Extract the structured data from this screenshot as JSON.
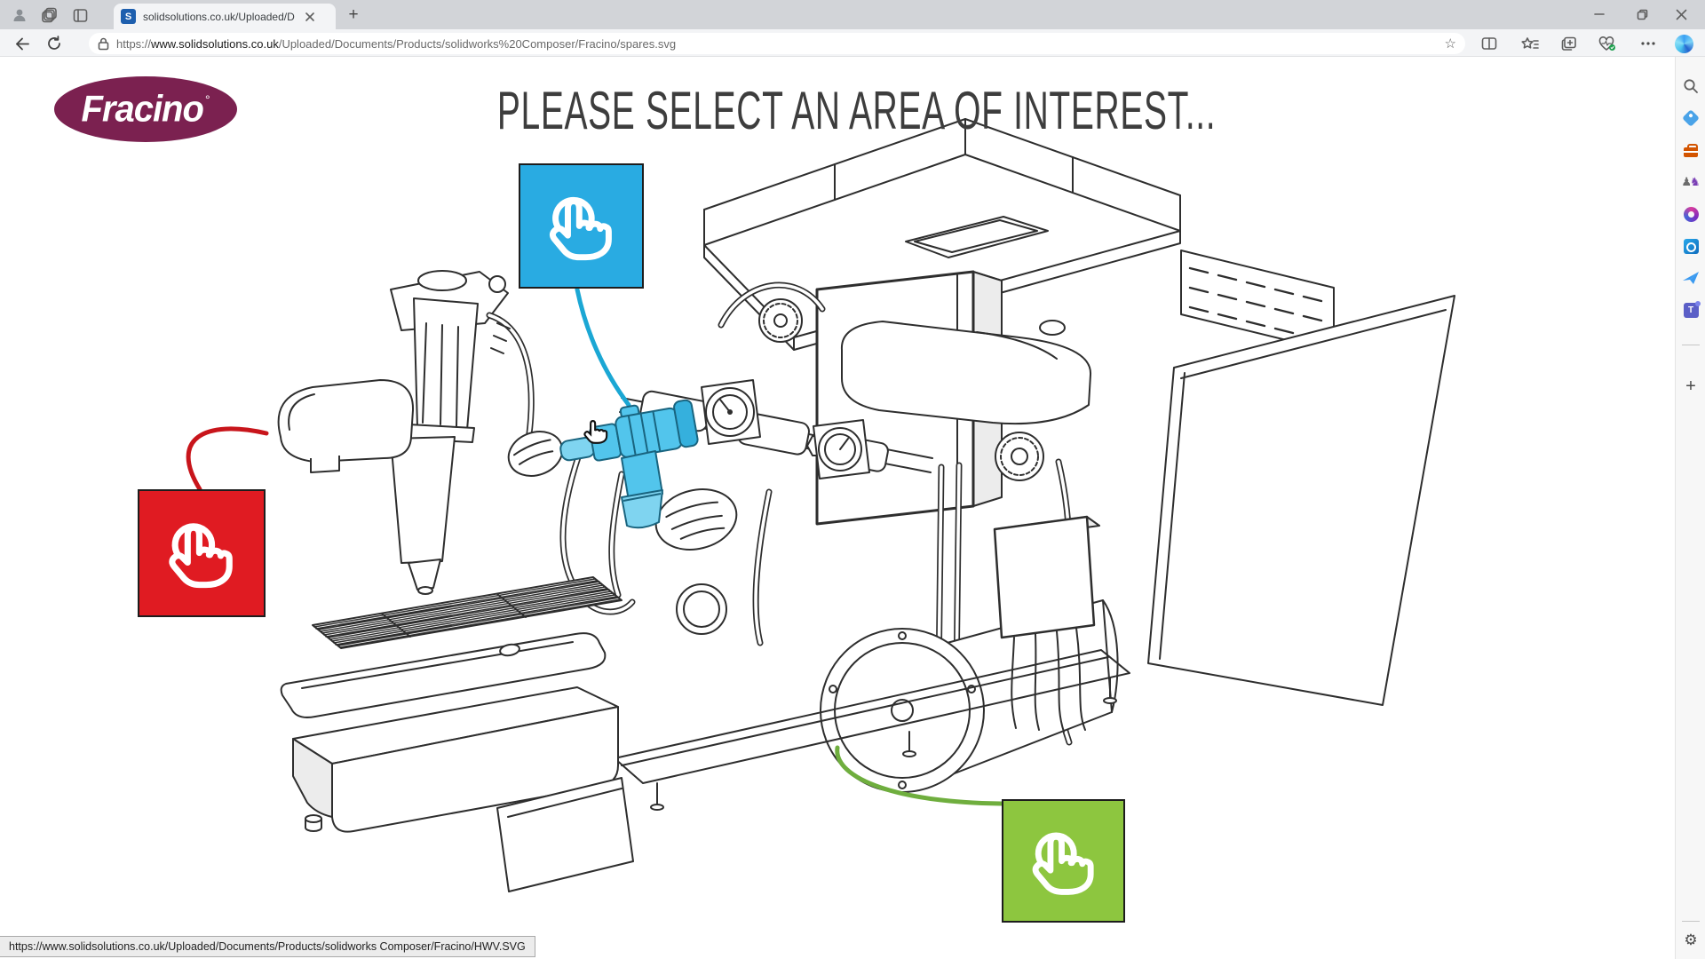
{
  "browser": {
    "tab_title": "solidsolutions.co.uk/Uploaded/D",
    "favicon_letter": "S",
    "url": {
      "scheme": "https://",
      "domain": "www.solidsolutions.co.uk",
      "path": "/Uploaded/Documents/Products/solidworks%20Composer/Fracino/spares.svg"
    },
    "status_link": "https://www.solidsolutions.co.uk/Uploaded/Documents/Products/solidworks Composer/Fracino/HWV.SVG",
    "glyphs": {
      "plus": "+",
      "gear": "⚙",
      "star": "☆",
      "pawn": "♟",
      "knight": "♞",
      "teams_letter": "T"
    }
  },
  "page": {
    "heading": "PLEASE SELECT AN AREA OF INTEREST...",
    "logo": {
      "text": "Fracino",
      "mark": "°",
      "color": "#7b2150"
    },
    "hotspots": [
      {
        "name": "group-head",
        "color": "#e01b22"
      },
      {
        "name": "steam-valve",
        "color": "#29abe2"
      },
      {
        "name": "boiler",
        "color": "#8dc63f"
      }
    ],
    "leader_colors": {
      "red": "#c8151b",
      "cyan": "#1ba7d4",
      "green": "#6fae3e"
    },
    "highlight_color": "#52c5ec"
  }
}
